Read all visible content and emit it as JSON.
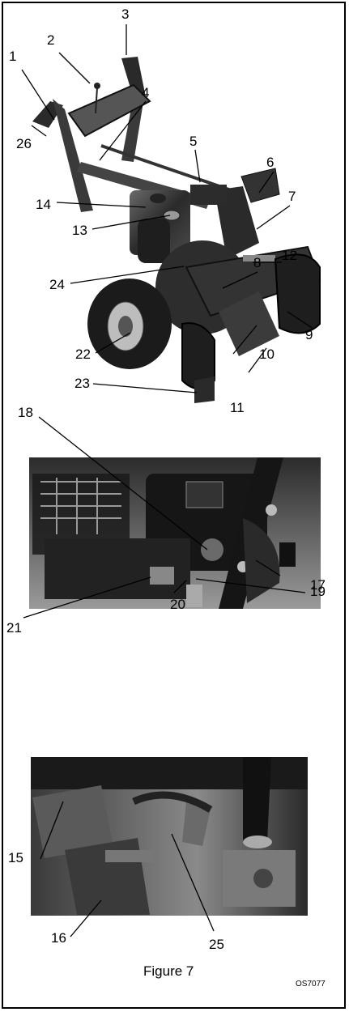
{
  "callouts": {
    "c1": "1",
    "c2": "2",
    "c3": "3",
    "c4": "4",
    "c5": "5",
    "c6": "6",
    "c7": "7",
    "c8": "8",
    "c9": "9",
    "c10": "10",
    "c11": "11",
    "c12": "12",
    "c13": "13",
    "c14": "14",
    "c15": "15",
    "c16": "16",
    "c17": "17",
    "c18": "18",
    "c19": "19",
    "c20": "20",
    "c21": "21",
    "c22": "22",
    "c23": "23",
    "c24": "24",
    "c25": "25",
    "c26": "26"
  },
  "caption": "Figure 7",
  "code": "OS7077",
  "colors": {
    "photo_dark": "#1c1c1c",
    "photo_mid": "#7a7a7a",
    "photo_light": "#d8d8d8",
    "line": "#000000"
  }
}
